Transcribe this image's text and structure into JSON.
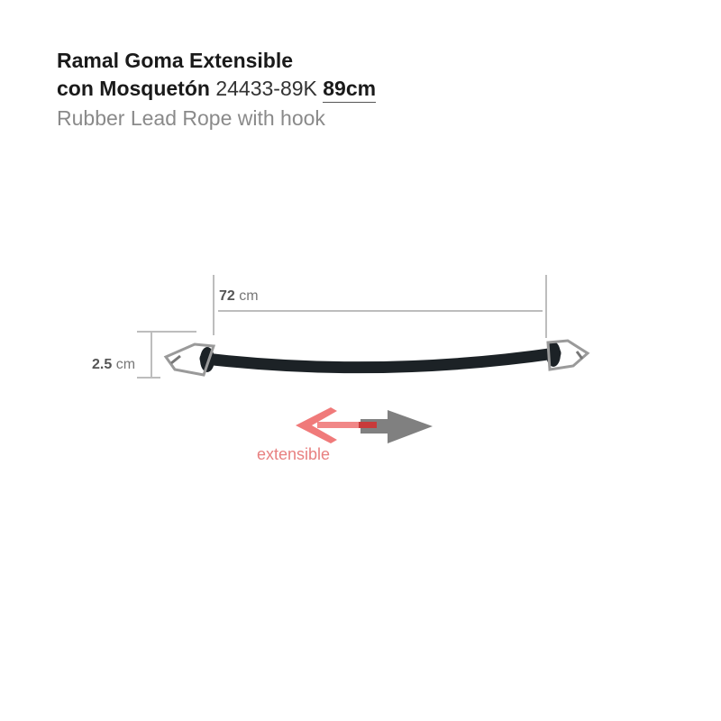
{
  "title_line1": "Ramal Goma Extensible",
  "title_line2": "con Mosquetón",
  "product_code": "24433-89K",
  "total_length": "89cm",
  "subtitle": "Rubber Lead Rope with hook",
  "dimensions": {
    "length_value": "72",
    "length_unit": "cm",
    "diameter_value": "2.5",
    "diameter_unit": "cm"
  },
  "extensible_label": "extensible",
  "colors": {
    "arrow_red": "#f07a7a",
    "arrow_gray": "#808080",
    "rope": "#1c2226"
  }
}
